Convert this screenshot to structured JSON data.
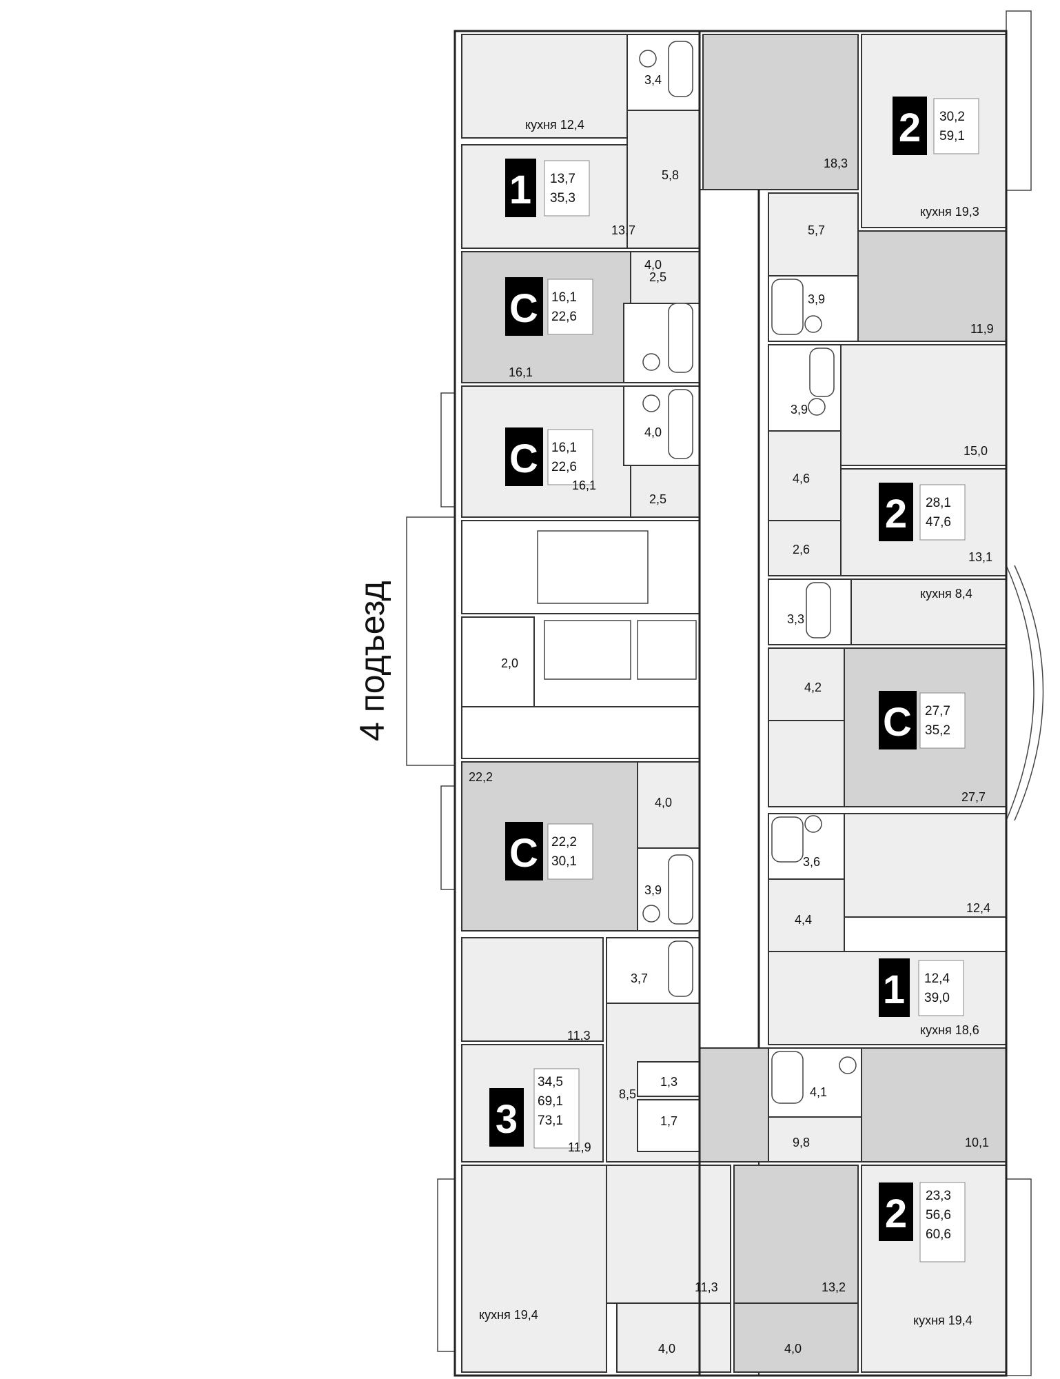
{
  "entrance_label": "4 подъезд",
  "colors": {
    "light_room": "#eeeeee",
    "dark_room": "#d3d3d3",
    "badge": "#000000",
    "wall": "#222222"
  },
  "apartments": [
    {
      "id": "apt-1-top",
      "type": "1",
      "areas": [
        "13,7",
        "35,3"
      ]
    },
    {
      "id": "apt-2-top",
      "type": "2",
      "areas": [
        "30,2",
        "59,1"
      ]
    },
    {
      "id": "apt-c-1",
      "type": "С",
      "areas": [
        "16,1",
        "22,6"
      ]
    },
    {
      "id": "apt-c-2",
      "type": "С",
      "areas": [
        "16,1",
        "22,6"
      ]
    },
    {
      "id": "apt-2-mid",
      "type": "2",
      "areas": [
        "28,1",
        "47,6"
      ]
    },
    {
      "id": "apt-c-3",
      "type": "С",
      "areas": [
        "27,7",
        "35,2"
      ]
    },
    {
      "id": "apt-c-4",
      "type": "С",
      "areas": [
        "22,2",
        "30,1"
      ]
    },
    {
      "id": "apt-1-mid",
      "type": "1",
      "areas": [
        "12,4",
        "39,0"
      ]
    },
    {
      "id": "apt-3",
      "type": "3",
      "areas": [
        "34,5",
        "69,1",
        "73,1"
      ]
    },
    {
      "id": "apt-2-bottom",
      "type": "2",
      "areas": [
        "23,3",
        "56,6",
        "60,6"
      ]
    }
  ],
  "room_labels": [
    "3,4",
    "кухня 12,4",
    "5,8",
    "13,7",
    "18,3",
    "кухня 19,3",
    "5,7",
    "2,5",
    "4,0",
    "16,1",
    "3,9",
    "11,9",
    "4,0",
    "16,1",
    "2,5",
    "3,9",
    "15,0",
    "4,6",
    "2,6",
    "13,1",
    "кухня 8,4",
    "3,3",
    "2,0",
    "4,2",
    "27,7",
    "22,2",
    "4,0",
    "3,9",
    "3,6",
    "12,4",
    "4,4",
    "3,7",
    "11,3",
    "кухня 18,6",
    "1,3",
    "8,5",
    "1,7",
    "11,9",
    "4,1",
    "9,8",
    "10,1",
    "11,3",
    "13,2",
    "кухня 19,4",
    "кухня 19,4",
    "4,0",
    "4,0"
  ]
}
